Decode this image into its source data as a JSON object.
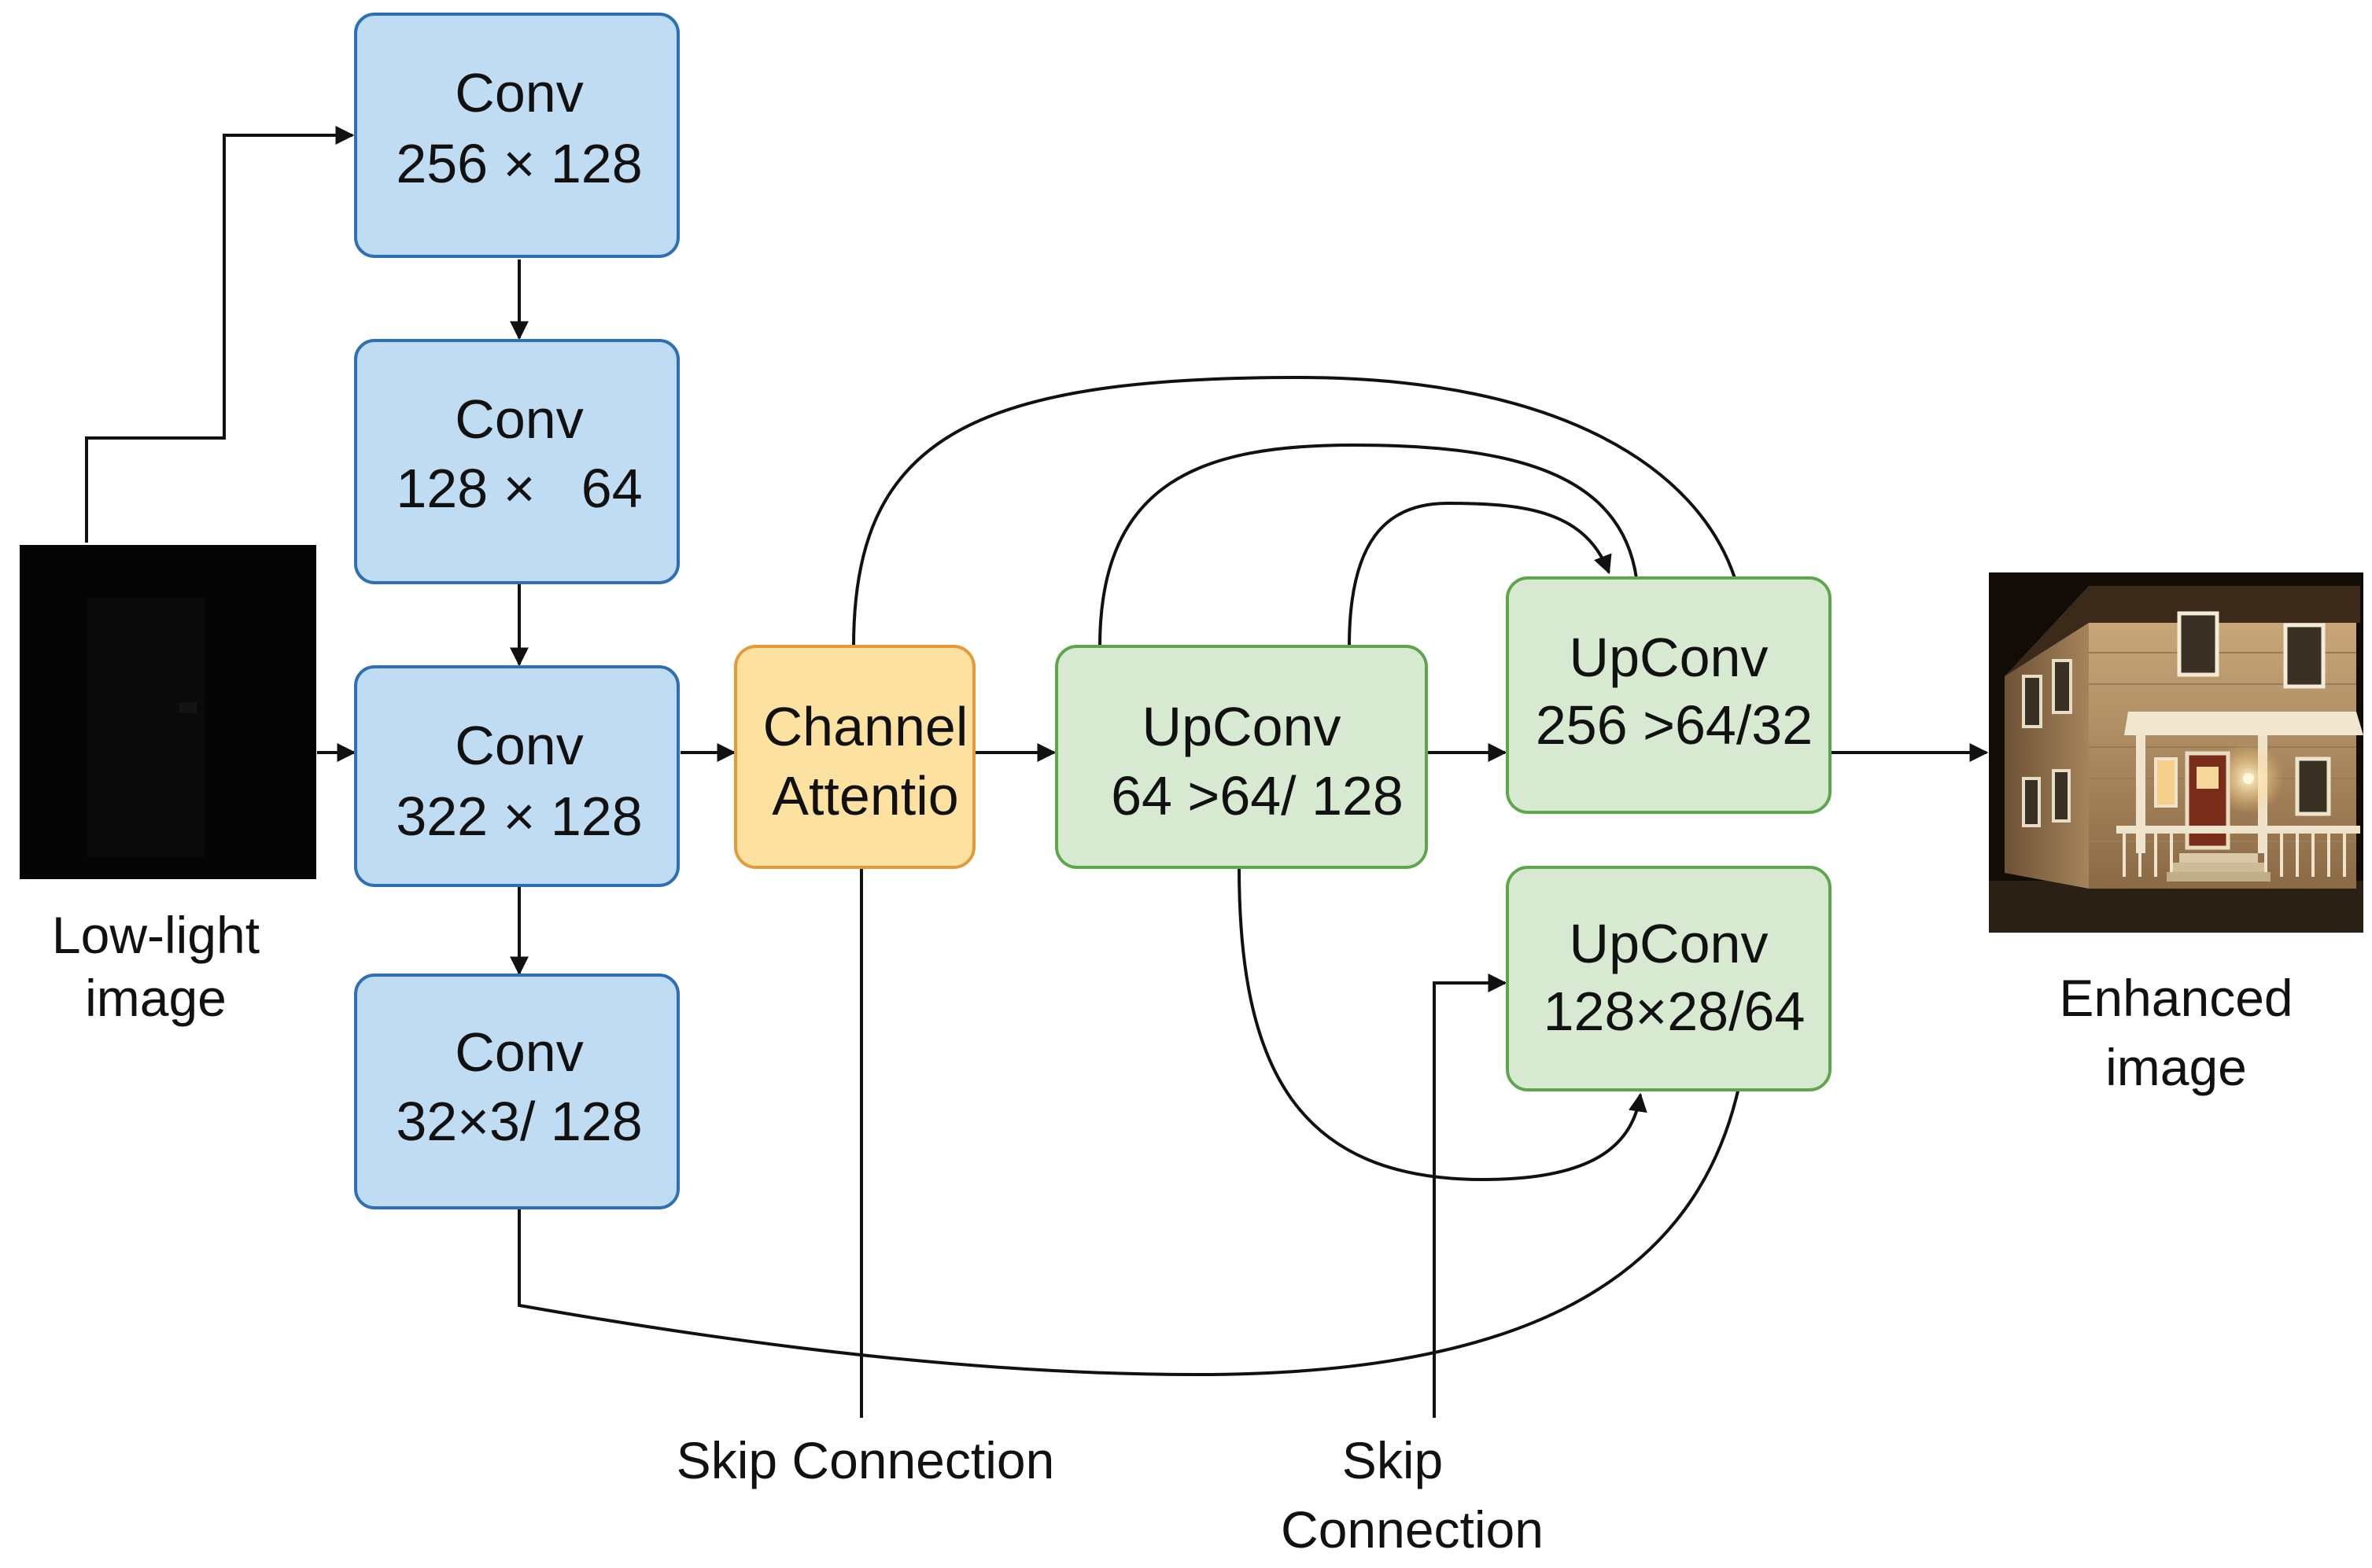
{
  "colors": {
    "conv_fill": "#bfdcf2",
    "conv_stroke": "#2f6fb3",
    "attention_fill": "#fde1a1",
    "attention_stroke": "#e39a3a",
    "upconv_fill": "#d7ead1",
    "upconv_stroke": "#5ea64b",
    "line": "#111111"
  },
  "nodes": {
    "conv1": {
      "title": "Conv",
      "dims": "256 × 128"
    },
    "conv2": {
      "title": "Conv",
      "dims": "128 ×   64"
    },
    "conv3": {
      "title": "Conv",
      "dims": "322 × 128"
    },
    "conv4": {
      "title": "Conv",
      "dims": "32×3/ 128"
    },
    "attention": {
      "line1": "Channel",
      "line2": "Attentio"
    },
    "upconv1": {
      "title": "UpConv",
      "dims": "64 >64/ 128"
    },
    "upconv2": {
      "title": "UpConv",
      "dims": "256 >64/32"
    },
    "upconv3": {
      "title": "UpConv",
      "dims": "128×28/64"
    }
  },
  "images": {
    "input": {
      "label_line1": "Low-light",
      "label_line2": "image"
    },
    "output": {
      "label_line1": "Enhanced",
      "label_line2": "image"
    }
  },
  "labels": {
    "skip1": "Skip Connection",
    "skip2_line1": "Skip",
    "skip2_line2": "Connection"
  }
}
